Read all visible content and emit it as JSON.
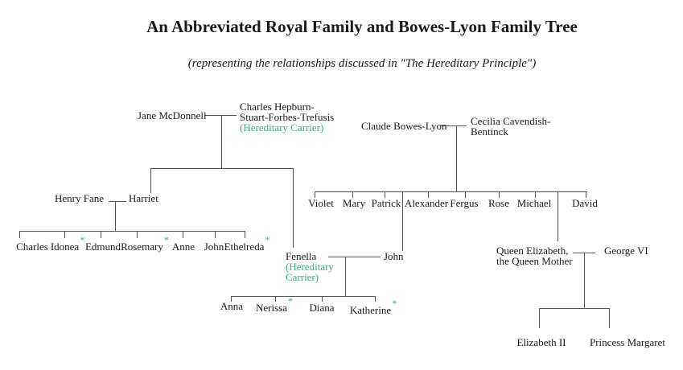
{
  "title": "An Abbreviated Royal Family and Bowes-Lyon Family Tree",
  "subtitle": "(representing the relationships discussed in \"The Hereditary Principle\")",
  "colors": {
    "carrier_green": "#3cab77",
    "line_gray": "#555555",
    "text_black": "#1a1a1a",
    "background": "#ffffff"
  },
  "carrier_mark": "*",
  "people": {
    "jane_mcdonnell": {
      "name": "Jane McDonnell"
    },
    "charles_hepburn": {
      "name_line1": "Charles Hepburn-",
      "name_line2": "Stuart-Forbes-Trefusis",
      "annotation": "(Hereditary Carrier)"
    },
    "claude_bowes_lyon": {
      "name": "Claude Bowes-Lyon"
    },
    "cecilia_cavendish": {
      "name_line1": "Cecilia Cavendish-",
      "name_line2": "Bentinck"
    },
    "henry_fane": {
      "name": "Henry Fane"
    },
    "harriet": {
      "name": "Harriet"
    },
    "charles": {
      "name": "Charles"
    },
    "idonea": {
      "name": "Idonea",
      "mark": "*"
    },
    "edmund": {
      "name": "Edmund"
    },
    "rosemary": {
      "name": "Rosemary",
      "mark": "*"
    },
    "anne": {
      "name": "Anne"
    },
    "john_fane": {
      "name": "John"
    },
    "ethelreda": {
      "name": "Ethelreda",
      "mark": "*"
    },
    "violet": {
      "name": "Violet"
    },
    "mary": {
      "name": "Mary"
    },
    "patrick": {
      "name": "Patrick"
    },
    "alexander": {
      "name": "Alexander"
    },
    "fergus": {
      "name": "Fergus"
    },
    "rose": {
      "name": "Rose"
    },
    "michael": {
      "name": "Michael"
    },
    "david": {
      "name": "David"
    },
    "fenella": {
      "name": "Fenella",
      "annotation_line1": "(Hereditary",
      "annotation_line2": "Carrier)"
    },
    "john_bowes_lyon": {
      "name": "John"
    },
    "anna": {
      "name": "Anna"
    },
    "nerissa": {
      "name": "Nerissa",
      "mark": "*"
    },
    "diana": {
      "name": "Diana"
    },
    "katherine": {
      "name": "Katherine",
      "mark": "*"
    },
    "queen_mother": {
      "name_line1": "Queen Elizabeth,",
      "name_line2": "the Queen Mother"
    },
    "george_vi": {
      "name": "George VI"
    },
    "elizabeth_ii": {
      "name": "Elizabeth II"
    },
    "princess_margaret": {
      "name": "Princess Margaret"
    }
  }
}
